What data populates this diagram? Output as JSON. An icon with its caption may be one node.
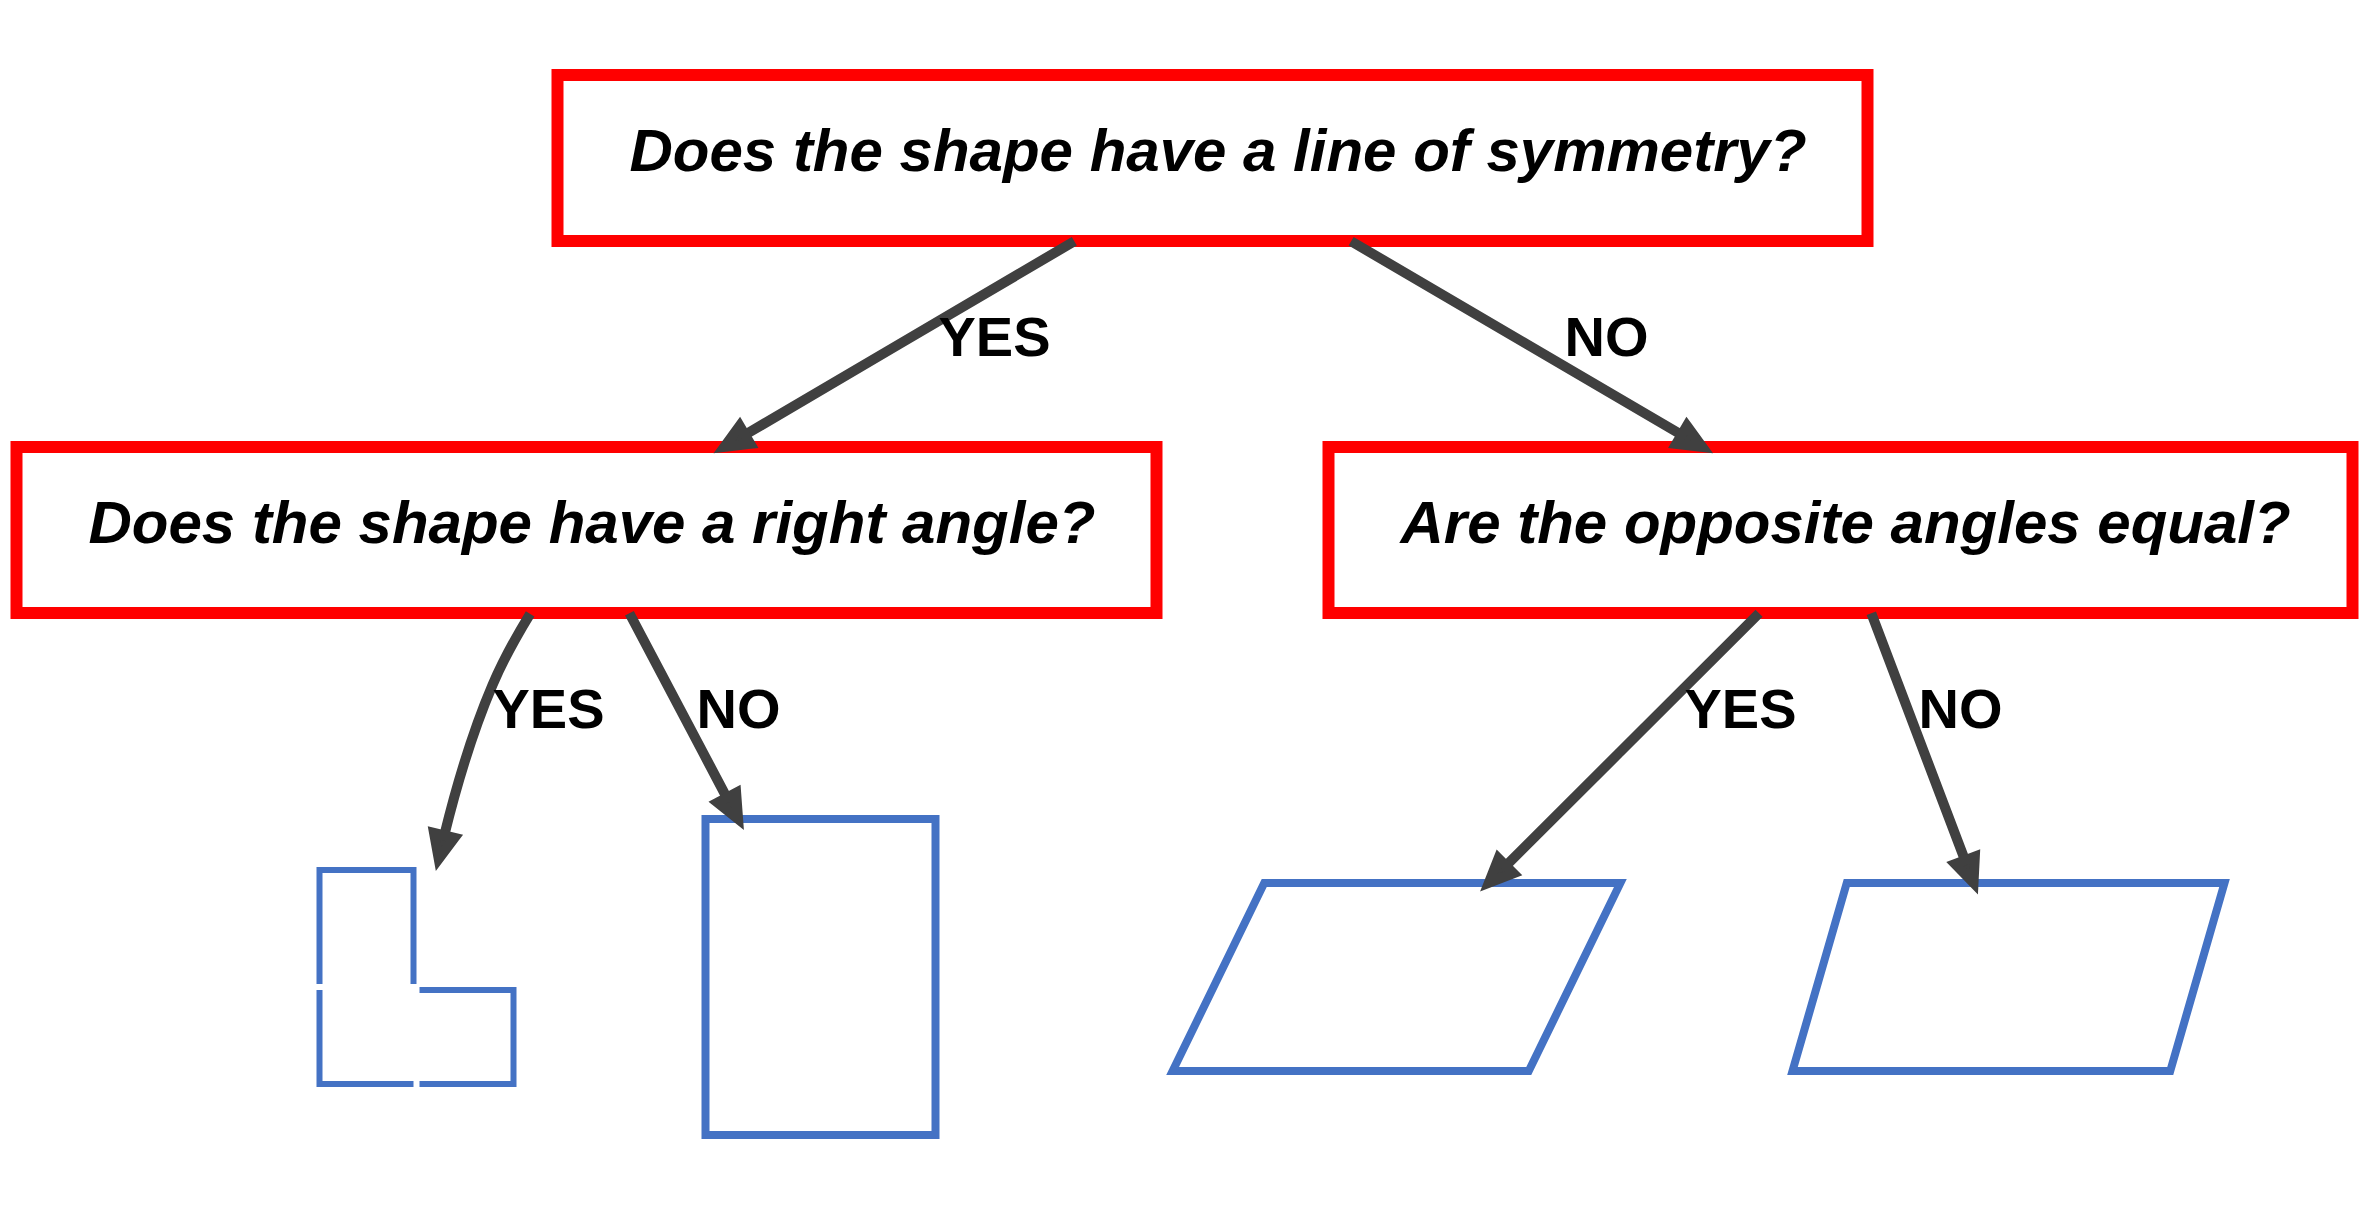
{
  "diagram": {
    "nodes": [
      {
        "text": [
          "Does the shape have a line of symmetry?"
        ]
      },
      {
        "text": [
          "Does the shape have a right angle?"
        ]
      },
      {
        "text": [
          "Are the opposite angles equal?"
        ]
      },
      {
        "text": [],
        "shape": "hexagon"
      },
      {
        "text": [],
        "shape": "kite"
      },
      {
        "text": [],
        "shape": "parallelogram"
      },
      {
        "text": [],
        "shape": "trapezium"
      }
    ],
    "edges": [
      {
        "from": 0,
        "to": 1,
        "arrow": "to",
        "label": "YES"
      },
      {
        "from": 0,
        "to": 2,
        "arrow": "to",
        "label": "NO"
      },
      {
        "from": 1,
        "to": 3,
        "arrow": "to",
        "label": "YES"
      },
      {
        "from": 1,
        "to": 4,
        "arrow": "to",
        "label": "NO"
      },
      {
        "from": 2,
        "to": 5,
        "arrow": "to",
        "label": "YES"
      },
      {
        "from": 2,
        "to": 6,
        "arrow": "to",
        "label": "NO"
      }
    ]
  }
}
